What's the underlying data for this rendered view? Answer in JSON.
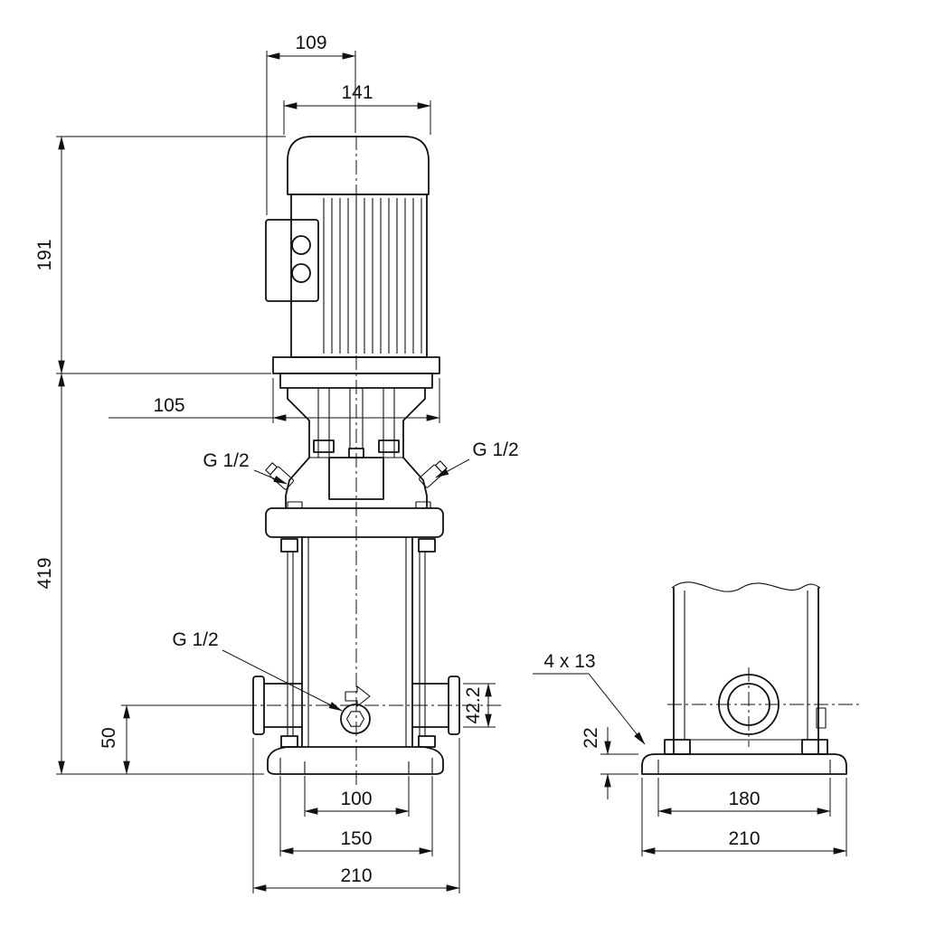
{
  "meta": {
    "background_color": "#ffffff",
    "line_color": "#111111"
  },
  "drawing": {
    "dimensions": {
      "d109": "109",
      "d141": "141",
      "d191": "191",
      "d105": "105",
      "d419": "419",
      "d50": "50",
      "d42_2": "42.2",
      "d22": "22",
      "d100": "100",
      "d150": "150",
      "d210_front": "210",
      "d180": "180",
      "d210_side": "210",
      "bolt_holes": "4 x 13",
      "plug_top_left": "G 1/2",
      "plug_top_right": "G 1/2",
      "plug_drain": "G 1/2"
    }
  }
}
